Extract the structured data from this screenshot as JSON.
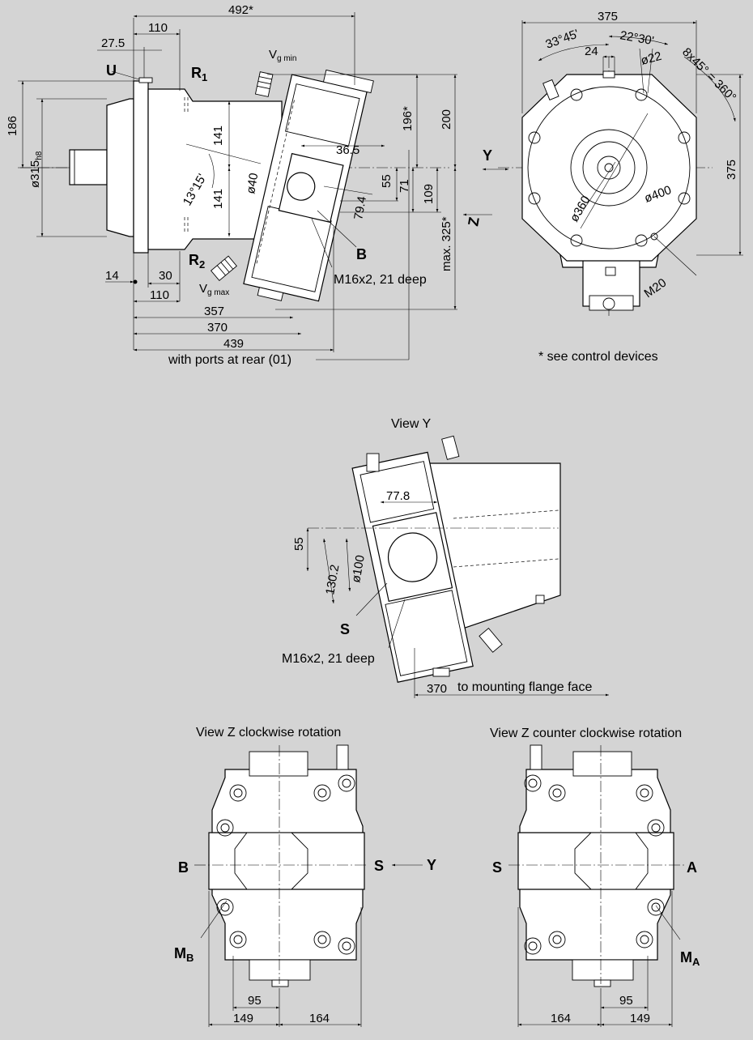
{
  "side_view": {
    "dims": {
      "d492": "492*",
      "d110_top": "110",
      "d27_5": "27.5",
      "d186": "186",
      "d315": "ø315",
      "d315_sub": "h8",
      "d141_a": "141",
      "d141_b": "141",
      "d13_15": "13°15'",
      "d40": "ø40",
      "d196": "196*",
      "d200": "200",
      "d36_5": "36.5",
      "d55": "55",
      "d71": "71",
      "d109": "109",
      "d79_4": "79.4",
      "dmax325": "max. 325*",
      "d14": "14",
      "d30": "30",
      "d110_bot": "110",
      "d357": "357",
      "d370": "370",
      "d439": "439"
    },
    "labels": {
      "U": "U",
      "R1": "R",
      "R1_sub": "1",
      "R2": "R",
      "R2_sub": "2",
      "vgmin": "V",
      "vgmin_sub": "g min",
      "vgmax": "V",
      "vgmax_sub": "g max",
      "B": "B",
      "thread": "M16x2, 21 deep",
      "rear_ports": "with ports at rear (01)"
    }
  },
  "front_view": {
    "dims": {
      "d375_top": "375",
      "d33_45": "33°45'",
      "d22_30": "22°30'",
      "d8x45": "8x45° = 360°",
      "d24": "24",
      "d22": "ø22",
      "d375_side": "375",
      "d400": "ø400",
      "d360": "ø360",
      "m20": "M20"
    },
    "labels": {
      "Y": "Y",
      "Z": "Z",
      "note": "* see control devices"
    }
  },
  "view_y": {
    "title": "View Y",
    "dims": {
      "d77_8": "77.8",
      "d55": "55",
      "d130_2": "130.2",
      "d100": "ø100",
      "d370": "370"
    },
    "labels": {
      "S": "S",
      "thread": "M16x2, 21 deep",
      "flange": "to mounting flange face"
    }
  },
  "view_z_cw": {
    "title": "View Z clockwise rotation",
    "labels": {
      "B": "B",
      "S": "S",
      "Y": "Y",
      "MB": "M",
      "MB_sub": "B"
    },
    "dims": {
      "d95": "95",
      "d149": "149",
      "d164": "164"
    }
  },
  "view_z_ccw": {
    "title": "View Z counter clockwise rotation",
    "labels": {
      "S": "S",
      "A": "A",
      "MA": "M",
      "MA_sub": "A"
    },
    "dims": {
      "d95": "95",
      "d149": "149",
      "d164": "164"
    }
  }
}
